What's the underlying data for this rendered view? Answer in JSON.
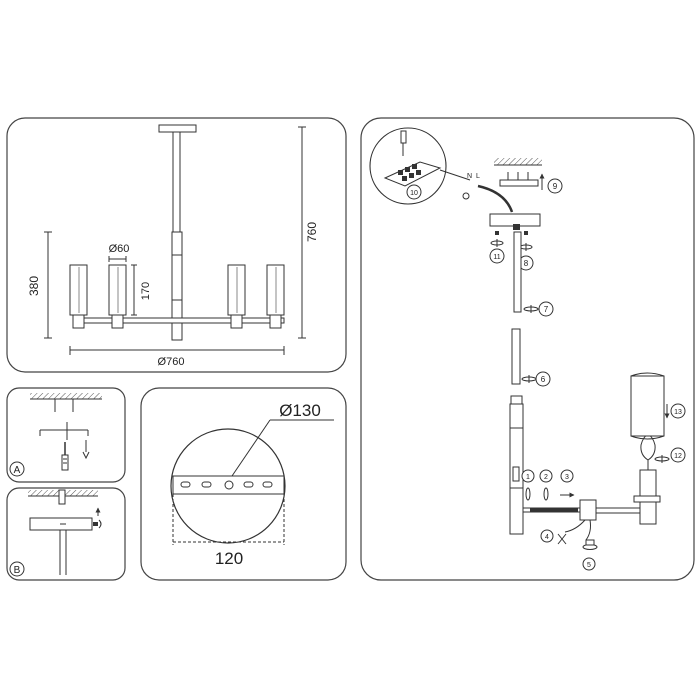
{
  "panel_main": {
    "dim_height_total": "760",
    "dim_height_arm": "380",
    "dim_shade_diameter": "Ø60",
    "dim_shade_height": "170",
    "dim_width": "Ø760"
  },
  "panel_a": {
    "label": "A"
  },
  "panel_b": {
    "label": "B"
  },
  "panel_canopy": {
    "dim_diameter": "Ø130",
    "dim_hole_spacing": "120"
  },
  "panel_assembly": {
    "steps": {
      "s1": "1",
      "s2": "2",
      "s3": "3",
      "s4": "4",
      "s5": "5",
      "s6": "6",
      "s7": "7",
      "s8": "8",
      "s9": "9",
      "s10": "10",
      "s11": "11",
      "s12": "12",
      "s13": "13"
    },
    "wire_labels": {
      "n": "N",
      "l": "L"
    }
  },
  "colors": {
    "line": "#333333",
    "panel_border": "#444444"
  }
}
